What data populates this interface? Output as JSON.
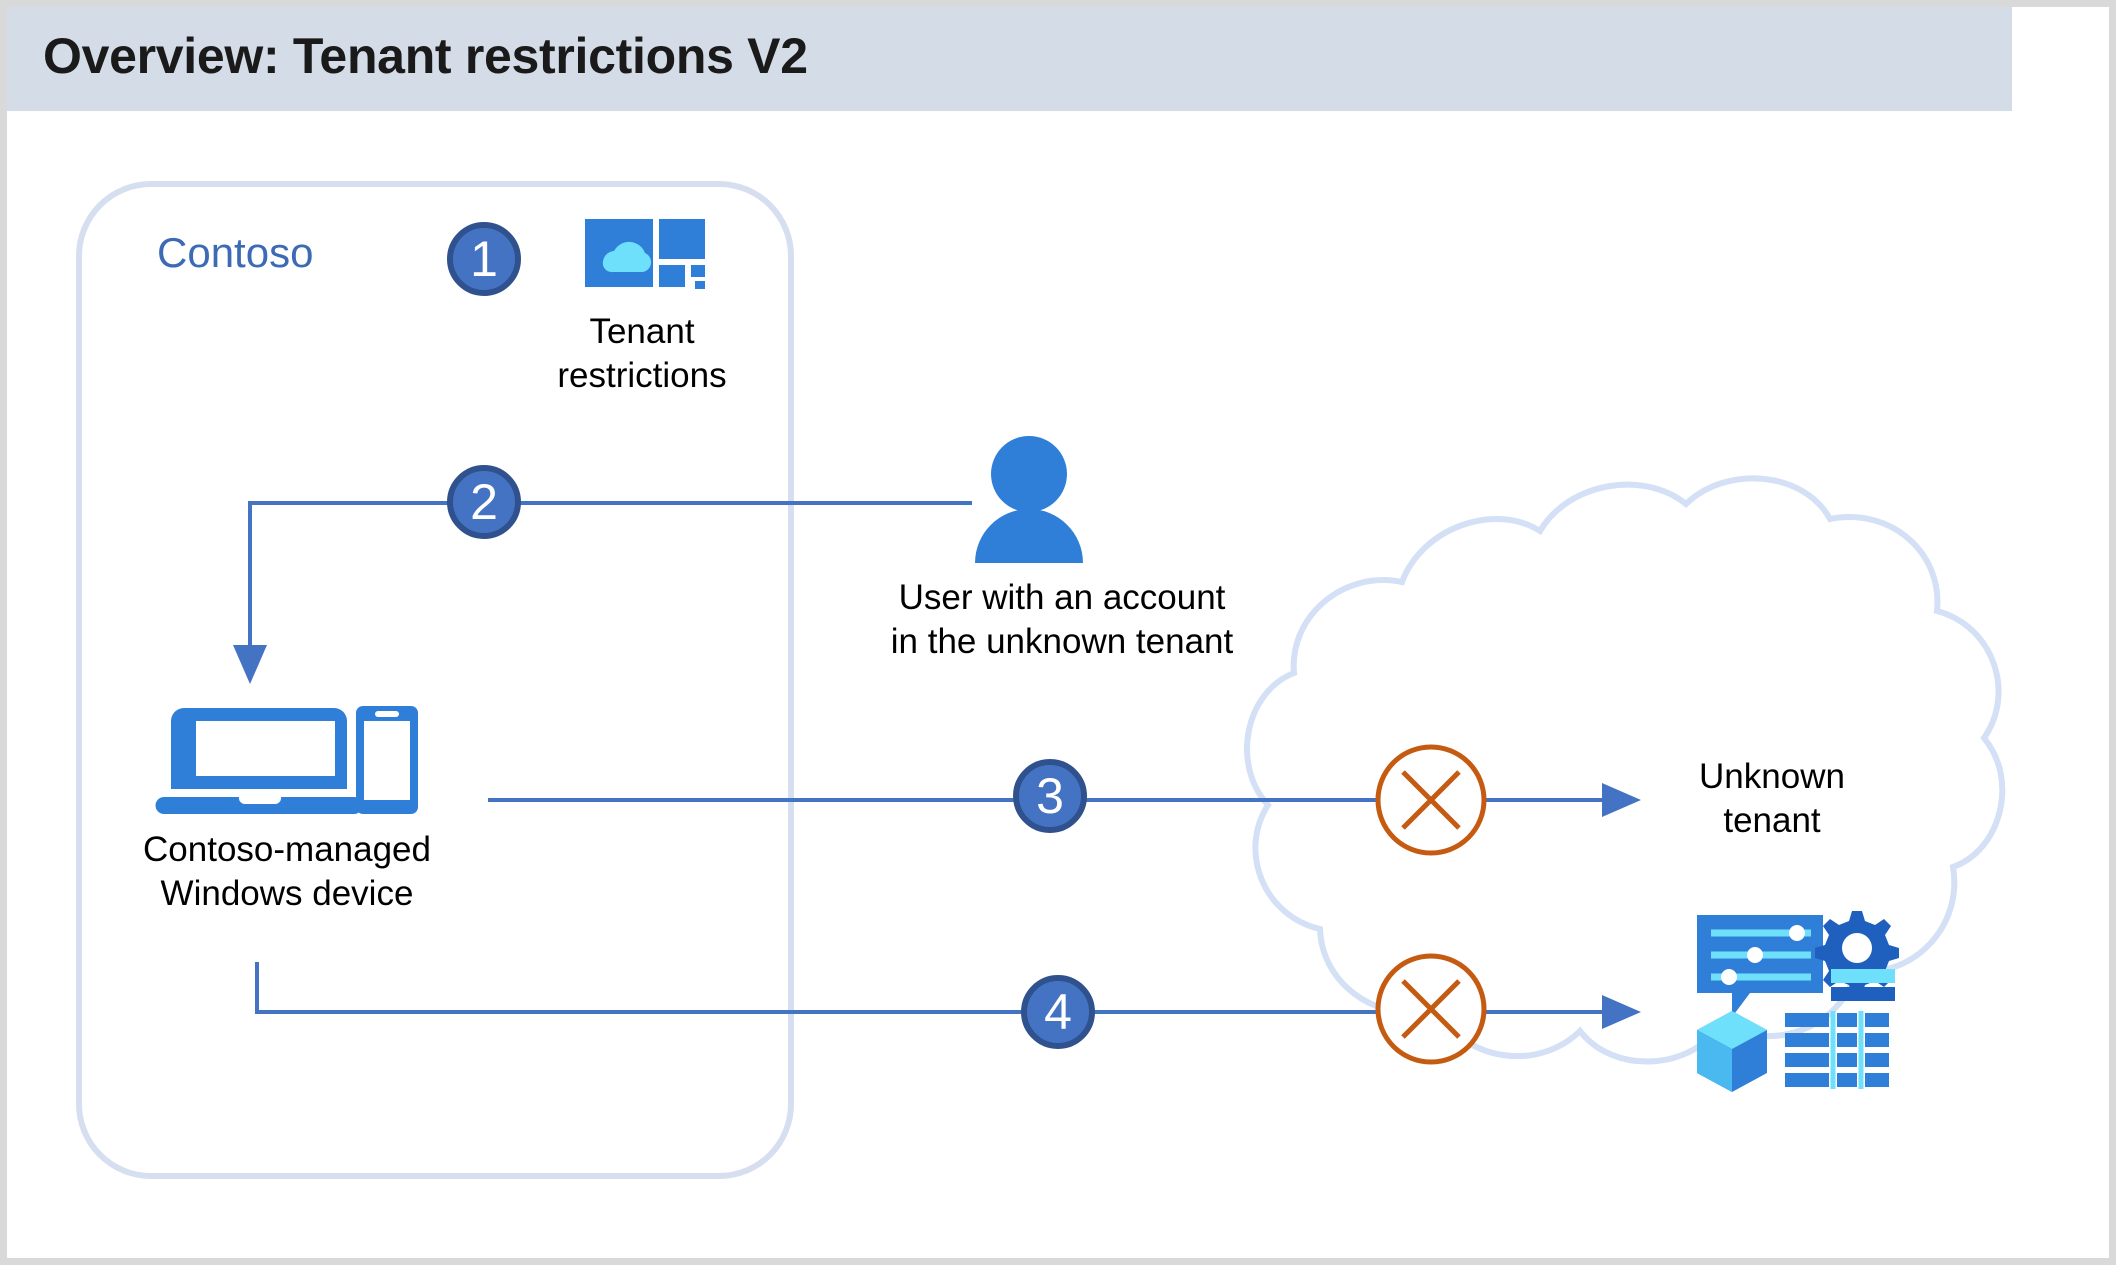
{
  "header": {
    "title": "Overview: Tenant restrictions V2",
    "background": "#d4dce8"
  },
  "colors": {
    "accent_blue": "#2f7fd8",
    "step_fill": "#4573c4",
    "step_border": "#2f528f",
    "connector_blue": "#4573c4",
    "block_orange": "#c55a11",
    "container_border": "#d6dff0",
    "cloud_border": "#d3e0f5",
    "contoso_text": "#3d6ab5",
    "page_border": "#d9d9d9"
  },
  "container": {
    "name": "Contoso",
    "label": "Contoso"
  },
  "nodes": {
    "tenant_restrictions": {
      "label": "Tenant\nrestrictions",
      "icon": "tenant-restrictions-tiles-icon"
    },
    "user": {
      "label": "User with an account\nin the unknown tenant",
      "icon": "user-person-icon"
    },
    "device": {
      "label": "Contoso-managed\nWindows device",
      "icon": "laptop-and-phone-icon"
    },
    "unknown_tenant": {
      "label": "Unknown\ntenant",
      "icon": "cloud-outline-icon"
    },
    "services": {
      "label": "",
      "icon": "cloud-services-icons"
    }
  },
  "steps": [
    {
      "number": "1",
      "name": "step-1-tenant-restrictions"
    },
    {
      "number": "2",
      "name": "step-2-user-signs-in-on-device"
    },
    {
      "number": "3",
      "name": "step-3-blocked-to-unknown-tenant"
    },
    {
      "number": "4",
      "name": "step-4-blocked-to-cloud-services"
    }
  ],
  "blocked_markers": [
    {
      "name": "blocked-marker-3",
      "symbol": "x-in-circle"
    },
    {
      "name": "blocked-marker-4",
      "symbol": "x-in-circle"
    }
  ]
}
